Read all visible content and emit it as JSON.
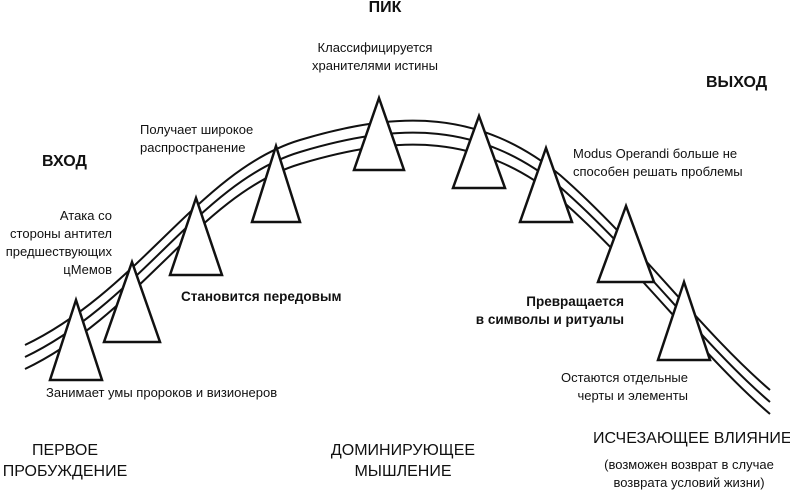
{
  "diagram": {
    "peak_title": "ПИК",
    "entry_title": "ВХОД",
    "exit_title": "ВЫХОД",
    "notes": {
      "attack": [
        "Атака со",
        "стороны антител",
        "предшествующих",
        "цМемов"
      ],
      "spread": [
        "Получает широкое",
        "распространение"
      ],
      "classified": [
        "Классифицируется",
        "хранителями истины"
      ],
      "modus": [
        "Modus Operandi больше не",
        "способен решать проблемы"
      ],
      "becomes_leading": "Становится передовым",
      "turns_into": [
        "Превращается",
        "в символы и ритуалы"
      ],
      "remain": [
        "Остаются отдельные",
        "черты и элементы"
      ],
      "occupies": "Занимает умы пророков и визионеров"
    },
    "stages": {
      "first_awakening": [
        "ПЕРВОЕ",
        "ПРОБУЖДЕНИЕ"
      ],
      "dominant": [
        "ДОМИНИРУЮЩЕЕ",
        "МЫШЛЕНИЕ"
      ],
      "fading": "ИСЧЕЗАЮЩЕЕ ВЛИЯНИЕ",
      "fading_note": [
        "(возможен возврат в случае",
        "возврата условий жизни)"
      ]
    },
    "colors": {
      "ink": "#111111",
      "background": "#ffffff"
    }
  }
}
